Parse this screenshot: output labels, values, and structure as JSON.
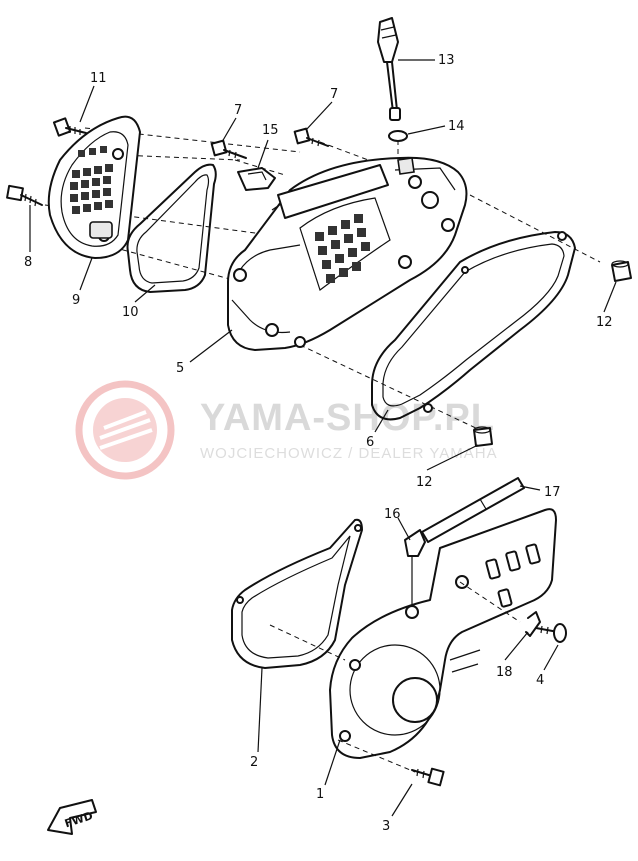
{
  "watermark": {
    "main": "YAMA-SHOP.PL",
    "sub": "WOJCIECHOWICZ / DEALER YAMAHA"
  },
  "direction_marker": "FWD",
  "callouts": {
    "c1": "1",
    "c2": "2",
    "c3": "3",
    "c4": "4",
    "c5": "5",
    "c6": "6",
    "c7a": "7",
    "c7b": "7",
    "c8": "8",
    "c9": "9",
    "c10": "10",
    "c11": "11",
    "c12a": "12",
    "c12b": "12",
    "c13": "13",
    "c14": "14",
    "c15": "15",
    "c16": "16",
    "c17": "17",
    "c18": "18"
  },
  "colors": {
    "line": "#111111",
    "watermark_logo": "#f2b8b8",
    "watermark_text": "#d9d9d9"
  }
}
